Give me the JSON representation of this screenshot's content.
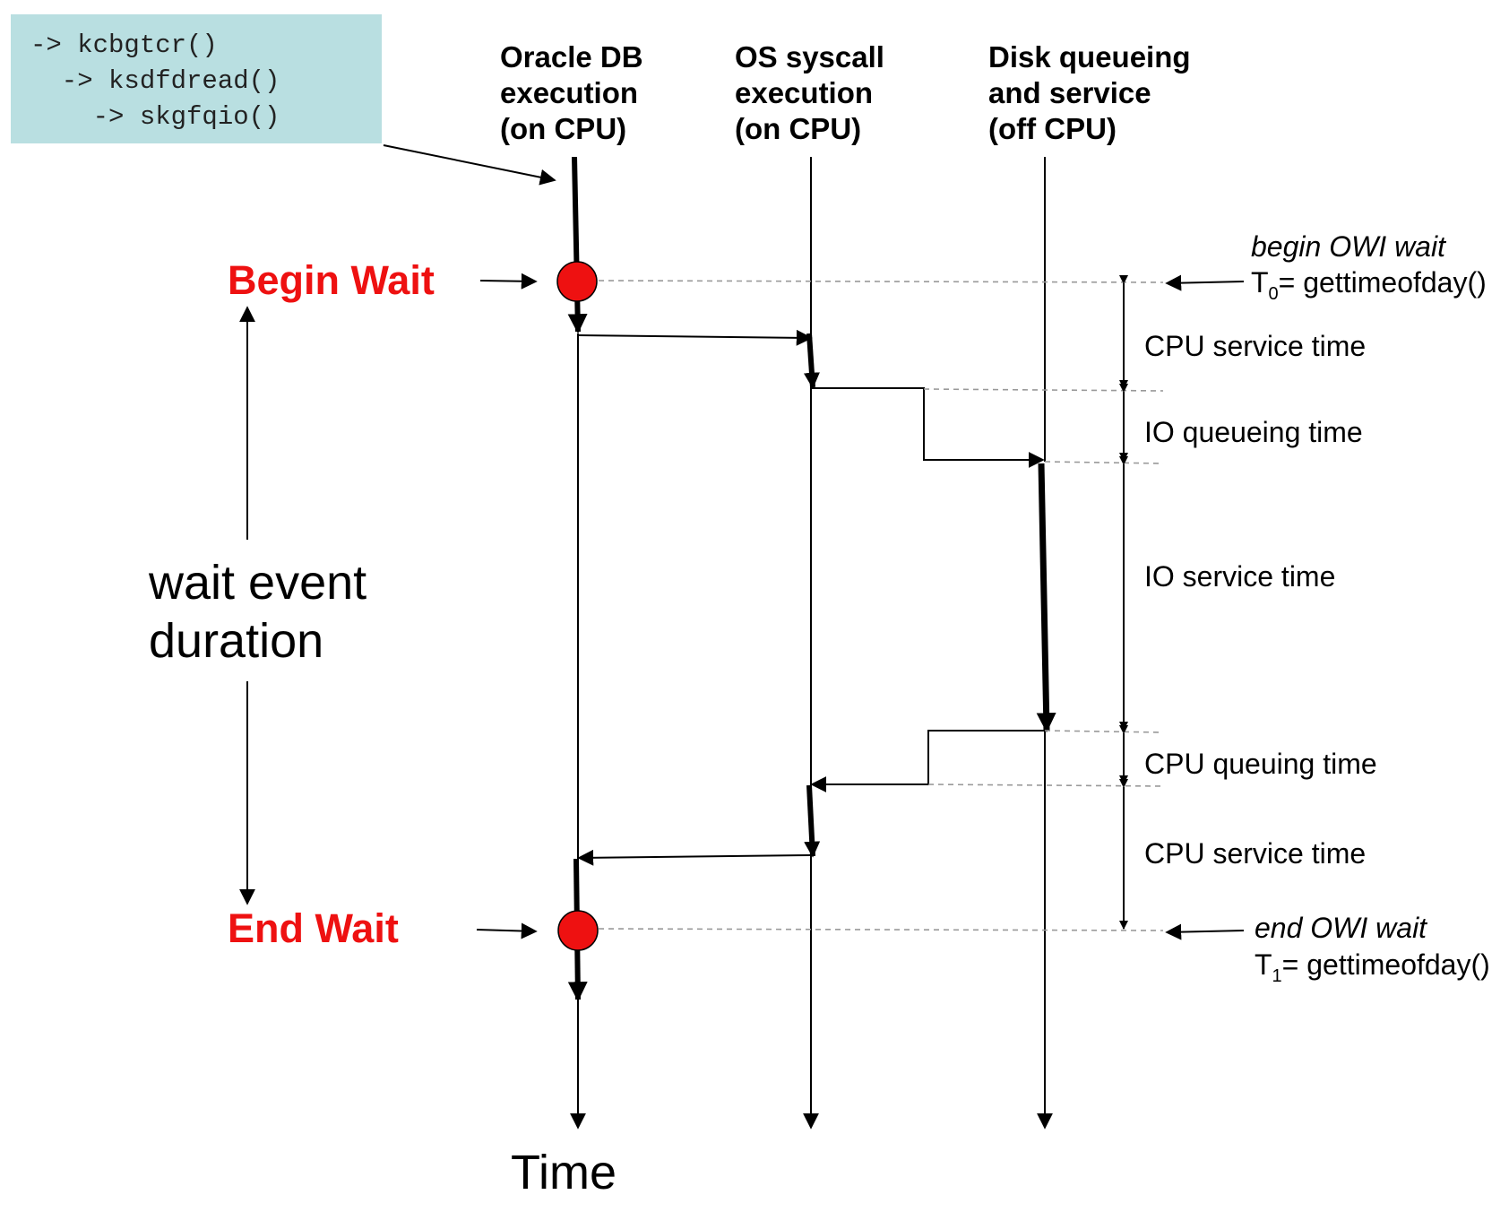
{
  "code_box": {
    "lines": [
      "-> kcbgtcr()",
      "  -> ksdfdread()",
      "    -> skgfqio()"
    ],
    "background": "#b9dfe1"
  },
  "columns": {
    "oracle": [
      "Oracle DB",
      "execution",
      "(on CPU)"
    ],
    "os": [
      "OS syscall",
      "execution",
      "(on CPU)"
    ],
    "disk": [
      "Disk queueing",
      "and service",
      "(off CPU)"
    ]
  },
  "events": {
    "begin_wait": "Begin Wait",
    "end_wait": "End Wait",
    "color": "#ee1111",
    "marker_color": "#ee1111"
  },
  "duration_label": [
    "wait event",
    "duration"
  ],
  "time_label": "Time",
  "owi": {
    "begin_title": "begin OWI wait",
    "begin_t_main": "T",
    "begin_t_sub": "0",
    "begin_t_rest": "= gettimeofday()",
    "end_title": "end OWI wait",
    "end_t_main": "T",
    "end_t_sub": "1",
    "end_t_rest": "= gettimeofday()"
  },
  "segments": {
    "cpu_service_1": "CPU service time",
    "io_queueing": "IO queueing time",
    "io_service": "IO service time",
    "cpu_queuing": "CPU queuing time",
    "cpu_service_2": "CPU service time"
  }
}
